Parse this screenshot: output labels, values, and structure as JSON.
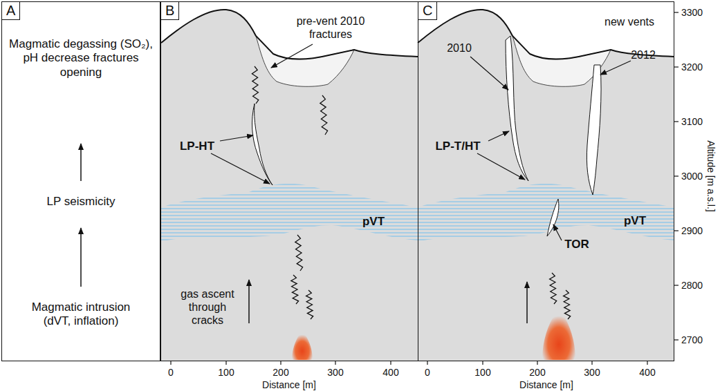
{
  "diagram": {
    "nodes": [
      {
        "text": [
          "A"
        ]
      },
      {
        "text": [
          "B"
        ]
      },
      {
        "text": [
          "C"
        ]
      }
    ],
    "labels": [
      "Magmatic degassing (SO₂), pH decrease fractures opening",
      "LP seismicity",
      "Magmatic intrusion (dVT, inflation)",
      "pre-vent 2010 fractures",
      "LP-HT",
      "pVT",
      "gas ascent through cracks",
      "new vents",
      "2010",
      "2012",
      "LP-T/HT",
      "pVT",
      "TOR",
      "0",
      "100",
      "200",
      "300",
      "400",
      "Distance [m]",
      "0",
      "100",
      "200",
      "300",
      "400",
      "Distance [m]",
      "3300",
      "3200",
      "3100",
      "3000",
      "2900",
      "2800",
      "2700",
      "Altitude [m a.s.l.]"
    ]
  }
}
